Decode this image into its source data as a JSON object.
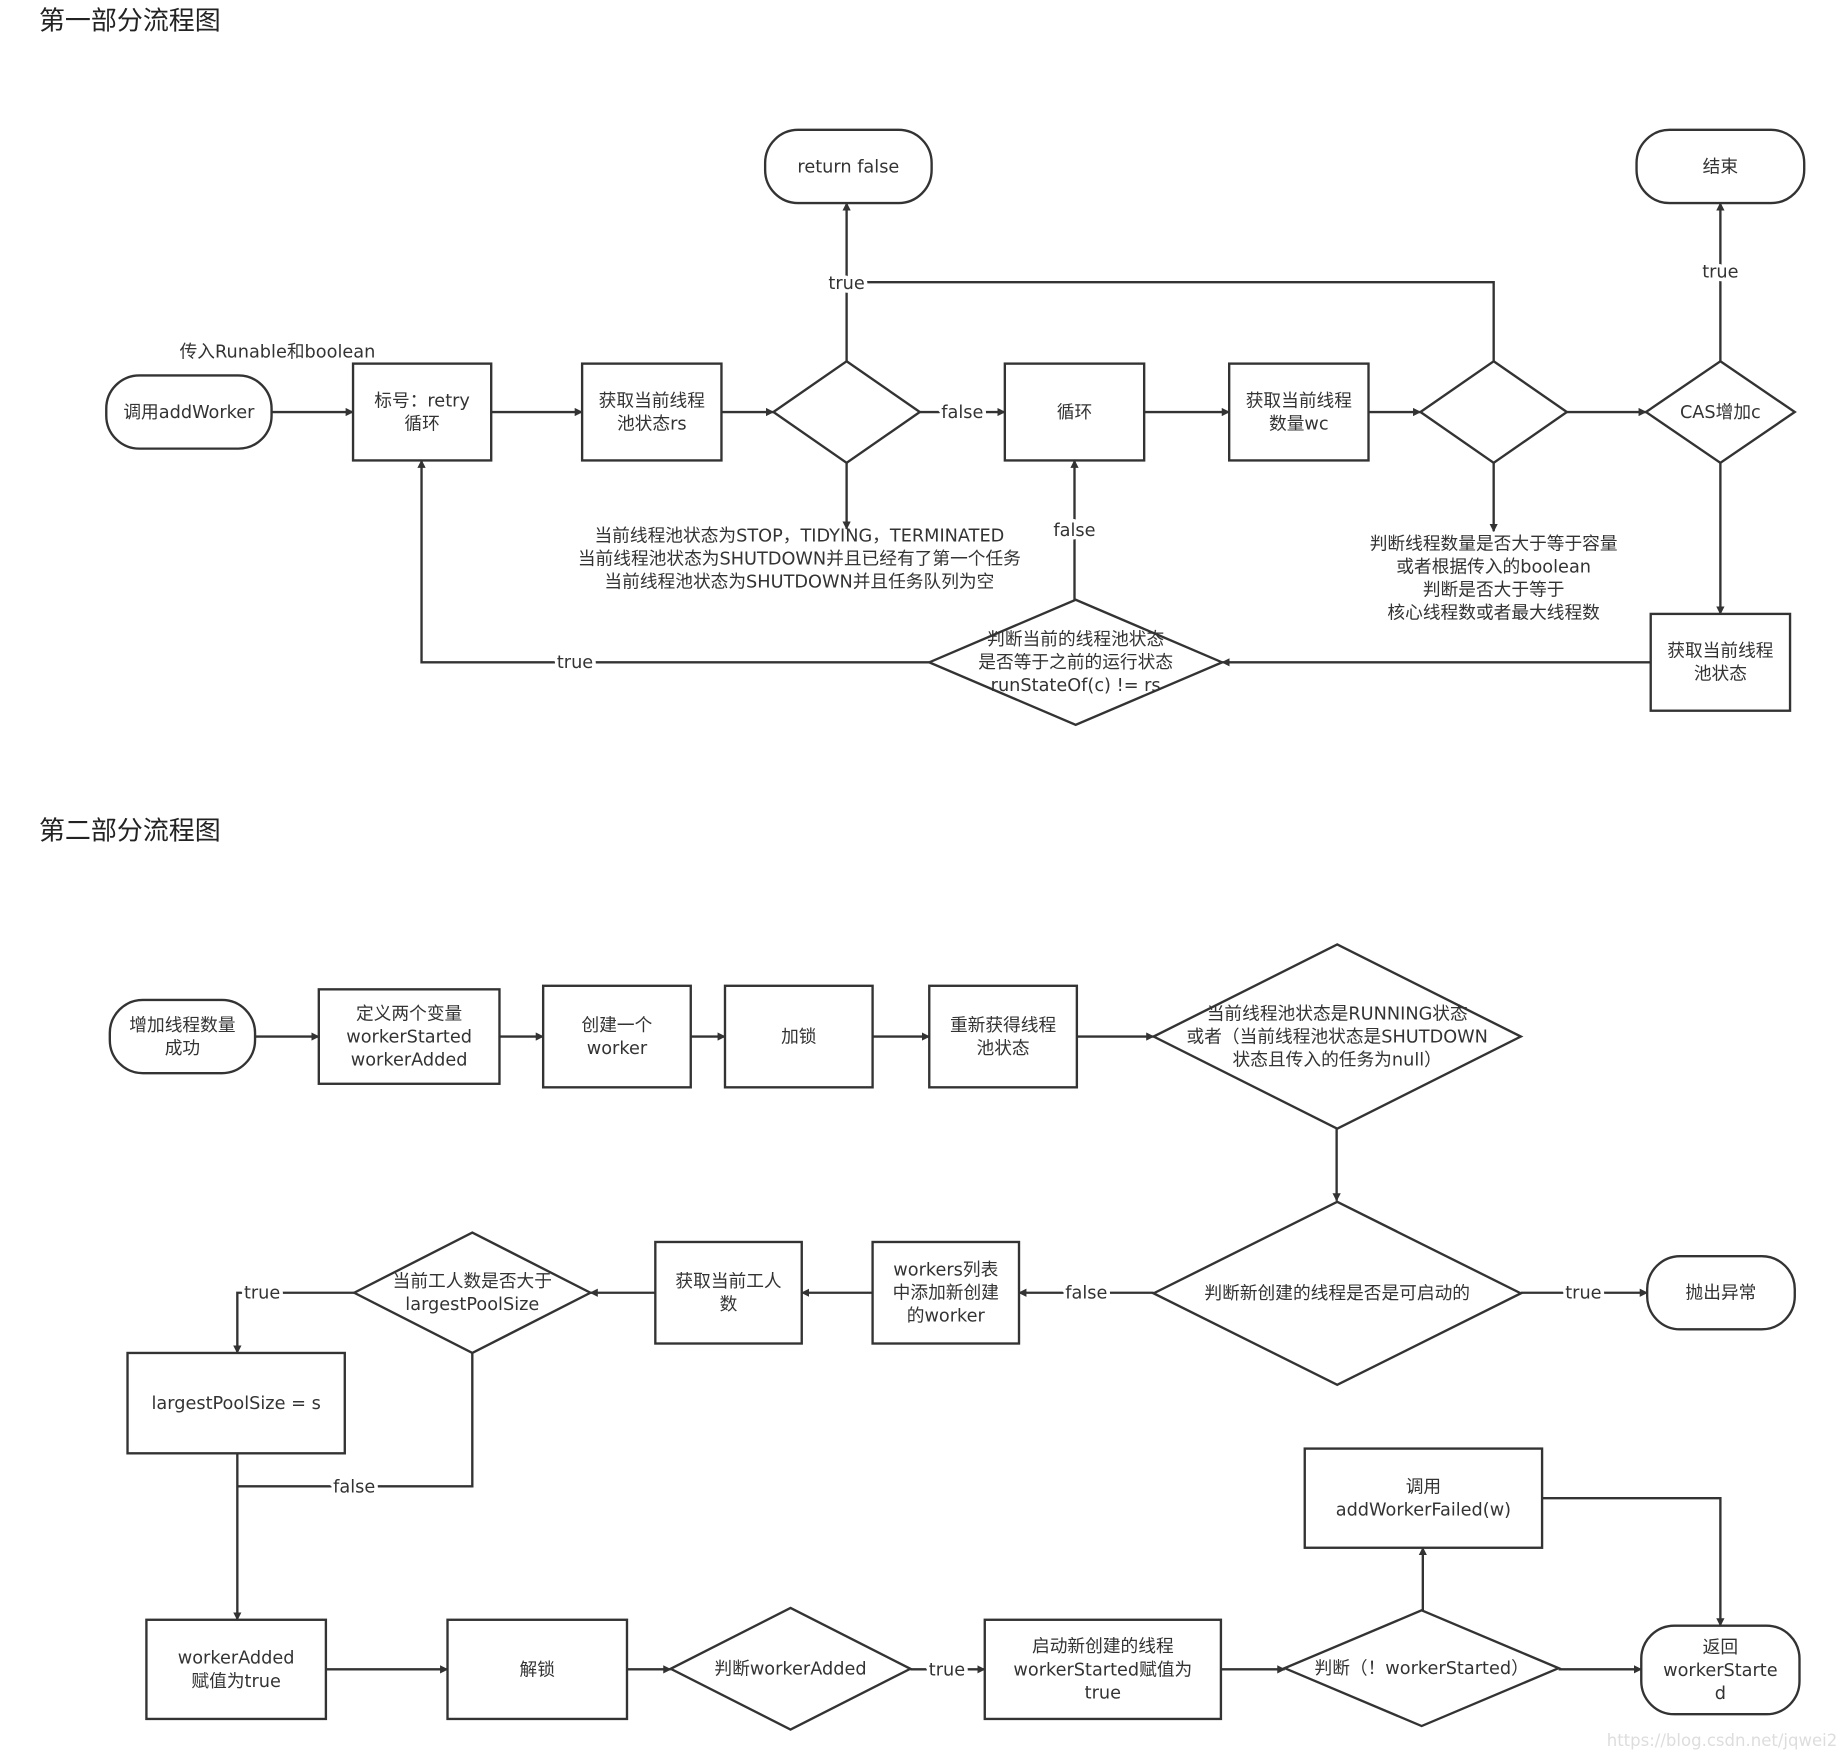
{
  "part1": {
    "title": "第一部分流程图",
    "nodes": {
      "start": {
        "lines": [
          "调用addWorker"
        ]
      },
      "retry": {
        "lines": [
          "标号：retry",
          "循环"
        ]
      },
      "get_rs": {
        "lines": [
          "获取当前线程",
          "池状态rs"
        ]
      },
      "check_state": {
        "lines": []
      },
      "return_false": {
        "lines": [
          "return false"
        ]
      },
      "loop": {
        "lines": [
          "循环"
        ]
      },
      "get_wc": {
        "lines": [
          "获取当前线程",
          "数量wc"
        ]
      },
      "check_wc": {
        "lines": []
      },
      "cas": {
        "lines": [
          "CAS增加c"
        ]
      },
      "end": {
        "lines": [
          "结束"
        ]
      },
      "get_state": {
        "lines": [
          "获取当前线程",
          "池状态"
        ]
      },
      "compare": {
        "lines": [
          "判断当前的线程池状态",
          "是否等于之前的运行状态",
          "runStateOf(c) != rs"
        ]
      }
    },
    "notes": {
      "input_note": {
        "lines": [
          "传入Runable和boolean"
        ]
      },
      "state_conditions": {
        "lines": [
          "当前线程池状态为STOP，TIDYING，TERMINATED",
          "当前线程池状态为SHUTDOWN并且已经有了第一个任务",
          "当前线程池状态为SHUTDOWN并且任务队列为空"
        ]
      },
      "wc_conditions": {
        "lines": [
          "判断线程数量是否大于等于容量",
          "或者根据传入的boolean",
          "判断是否大于等于",
          "核心线程数或者最大线程数"
        ]
      }
    },
    "edge_labels": [
      "true",
      "false",
      "true",
      "false",
      "true"
    ]
  },
  "part2": {
    "title": "第二部分流程图",
    "nodes": {
      "start": {
        "lines": [
          "增加线程数量",
          "成功"
        ]
      },
      "define": {
        "lines": [
          "定义两个变量",
          "workerStarted",
          "workerAdded"
        ]
      },
      "create": {
        "lines": [
          "创建一个",
          "worker"
        ]
      },
      "lock": {
        "lines": [
          "加锁"
        ]
      },
      "refetch": {
        "lines": [
          "重新获得线程",
          "池状态"
        ]
      },
      "check_running": {
        "lines": [
          "当前线程池状态是RUNNING状态",
          "或者（当前线程池状态是SHUTDOWN",
          "状态且传入的任务为null）"
        ]
      },
      "check_startable": {
        "lines": [
          "判断新创建的线程是否是可启动的"
        ]
      },
      "throw": {
        "lines": [
          "抛出异常"
        ]
      },
      "add_worker": {
        "lines": [
          "workers列表",
          "中添加新创建",
          "的worker"
        ]
      },
      "get_count": {
        "lines": [
          "获取当前工人",
          "数"
        ]
      },
      "compare_size": {
        "lines": [
          "当前工人数是否大于",
          "largestPoolSize"
        ]
      },
      "set_largest": {
        "lines": [
          "largestPoolSize = s"
        ]
      },
      "set_added": {
        "lines": [
          "workerAdded",
          "赋值为true"
        ]
      },
      "unlock": {
        "lines": [
          "解锁"
        ]
      },
      "check_added": {
        "lines": [
          "判断workerAdded"
        ]
      },
      "start_thread": {
        "lines": [
          "启动新创建的线程",
          "workerStarted赋值为",
          "true"
        ]
      },
      "check_started": {
        "lines": [
          "判断（！workerStarted）"
        ]
      },
      "add_failed": {
        "lines": [
          "调用",
          "addWorkerFailed(w)"
        ]
      },
      "return": {
        "lines": [
          "返回",
          "workerStarte",
          "d"
        ]
      }
    },
    "edge_labels": [
      "true",
      "false",
      "true",
      "false",
      "true"
    ]
  },
  "watermark": "https://blog.csdn.net/jqwei2"
}
